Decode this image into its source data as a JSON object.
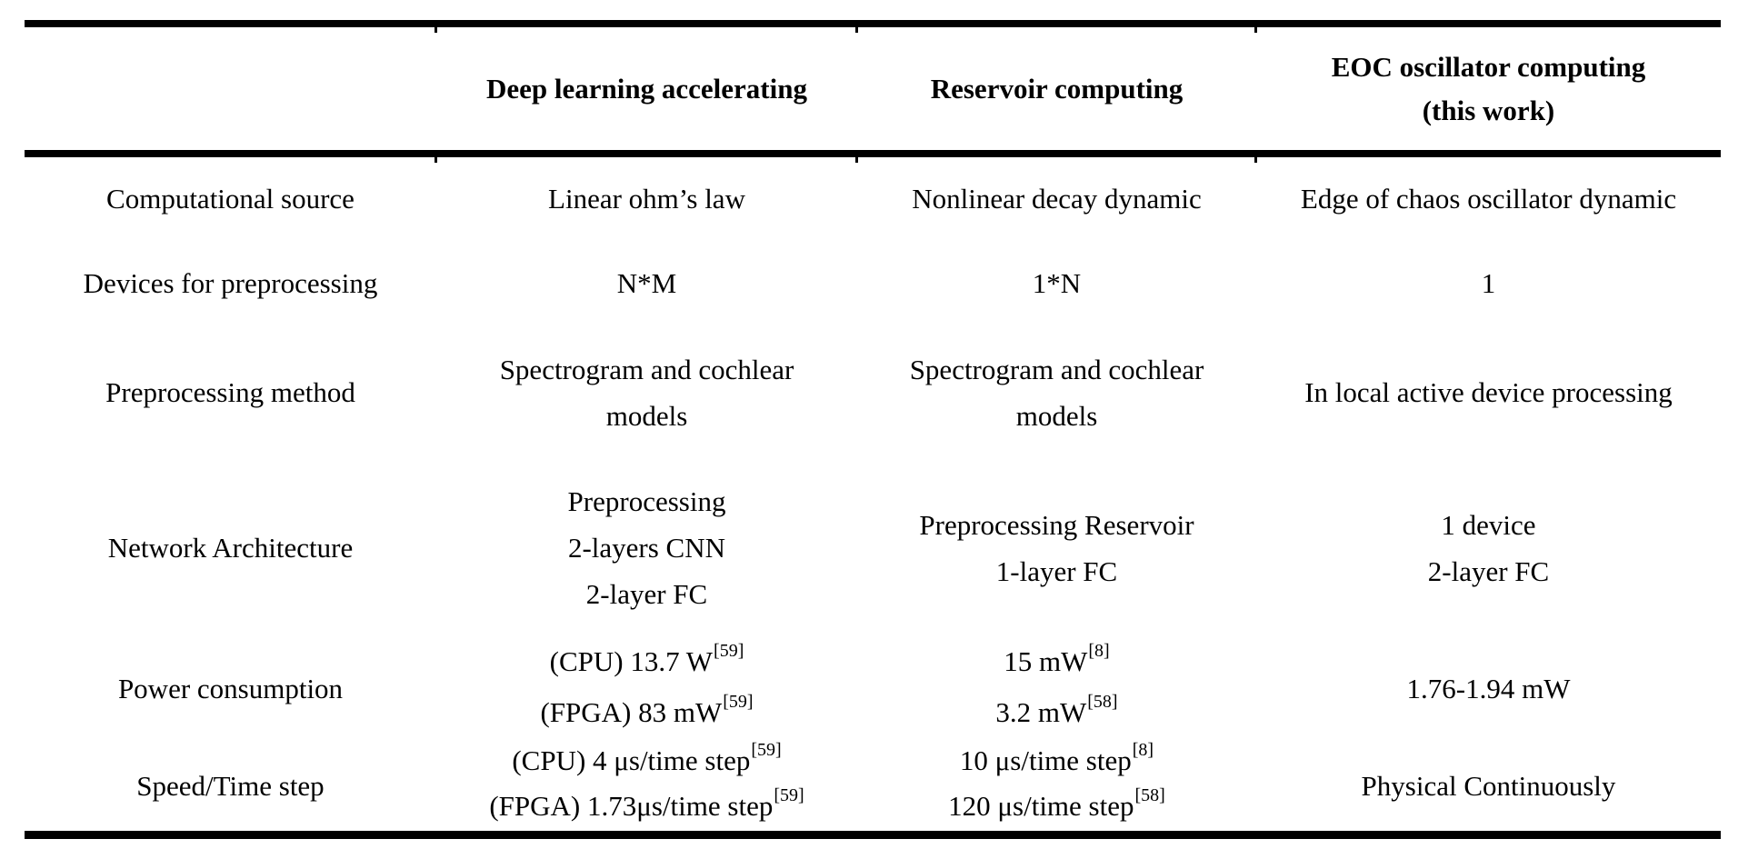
{
  "table": {
    "header": {
      "columns": [
        {
          "lines": [
            ""
          ]
        },
        {
          "lines": [
            "Deep learning accelerating"
          ]
        },
        {
          "lines": [
            "Reservoir computing"
          ]
        },
        {
          "lines": [
            "EOC oscillator computing",
            "(this work)"
          ]
        }
      ]
    },
    "rows": [
      {
        "label": "Computational source",
        "cells": [
          {
            "lines": [
              [
                {
                  "t": "Linear ohm’s law"
                }
              ]
            ]
          },
          {
            "lines": [
              [
                {
                  "t": "Nonlinear decay dynamic"
                }
              ]
            ]
          },
          {
            "lines": [
              [
                {
                  "t": "Edge of chaos oscillator dynamic"
                }
              ]
            ]
          }
        ]
      },
      {
        "label": "Devices for preprocessing",
        "cells": [
          {
            "lines": [
              [
                {
                  "t": "N*M"
                }
              ]
            ]
          },
          {
            "lines": [
              [
                {
                  "t": "1*N"
                }
              ]
            ]
          },
          {
            "lines": [
              [
                {
                  "t": "1"
                }
              ]
            ]
          }
        ]
      },
      {
        "label": "Preprocessing method",
        "cells": [
          {
            "lines": [
              [
                {
                  "t": "Spectrogram and cochlear"
                }
              ],
              [
                {
                  "t": "models"
                }
              ]
            ]
          },
          {
            "lines": [
              [
                {
                  "t": "Spectrogram and cochlear"
                }
              ],
              [
                {
                  "t": "models"
                }
              ]
            ]
          },
          {
            "lines": [
              [
                {
                  "t": "In local active device processing"
                }
              ]
            ]
          }
        ]
      },
      {
        "label": "Network Architecture",
        "cells": [
          {
            "lines": [
              [
                {
                  "t": "Preprocessing"
                }
              ],
              [
                {
                  "t": "2-layers CNN"
                }
              ],
              [
                {
                  "t": "2-layer FC"
                }
              ]
            ]
          },
          {
            "lines": [
              [
                {
                  "t": "Preprocessing Reservoir"
                }
              ],
              [
                {
                  "t": "1-layer FC"
                }
              ]
            ]
          },
          {
            "lines": [
              [
                {
                  "t": "1 device"
                }
              ],
              [
                {
                  "t": "2-layer FC"
                }
              ]
            ]
          }
        ]
      },
      {
        "label": "Power consumption",
        "cells": [
          {
            "lines": [
              [
                {
                  "t": "(CPU) 13.7 W"
                },
                {
                  "t": "[59]",
                  "sup": true
                }
              ],
              [
                {
                  "t": "(FPGA) 83 mW"
                },
                {
                  "t": "[59]",
                  "sup": true
                }
              ]
            ]
          },
          {
            "lines": [
              [
                {
                  "t": "15 mW"
                },
                {
                  "t": "[8]",
                  "sup": true
                }
              ],
              [
                {
                  "t": "3.2 mW"
                },
                {
                  "t": "[58]",
                  "sup": true
                }
              ]
            ]
          },
          {
            "lines": [
              [
                {
                  "t": "1.76-1.94 mW"
                }
              ]
            ]
          }
        ]
      },
      {
        "label": "Speed/Time step",
        "cells": [
          {
            "lines": [
              [
                {
                  "t": "(CPU) 4 μs/time step"
                },
                {
                  "t": "[59]",
                  "sup": true
                }
              ],
              [
                {
                  "t": "(FPGA) 1.73μs/time step"
                },
                {
                  "t": "[59]",
                  "sup": true
                }
              ]
            ]
          },
          {
            "lines": [
              [
                {
                  "t": "10 μs/time step"
                },
                {
                  "t": "[8]",
                  "sup": true
                }
              ],
              [
                {
                  "t": "120 μs/time step"
                },
                {
                  "t": "[58]",
                  "sup": true
                }
              ]
            ]
          },
          {
            "lines": [
              [
                {
                  "t": "Physical Continuously"
                }
              ]
            ]
          }
        ]
      }
    ],
    "text_color": "#000000",
    "rule_color": "#000000",
    "background_color": "#ffffff"
  }
}
